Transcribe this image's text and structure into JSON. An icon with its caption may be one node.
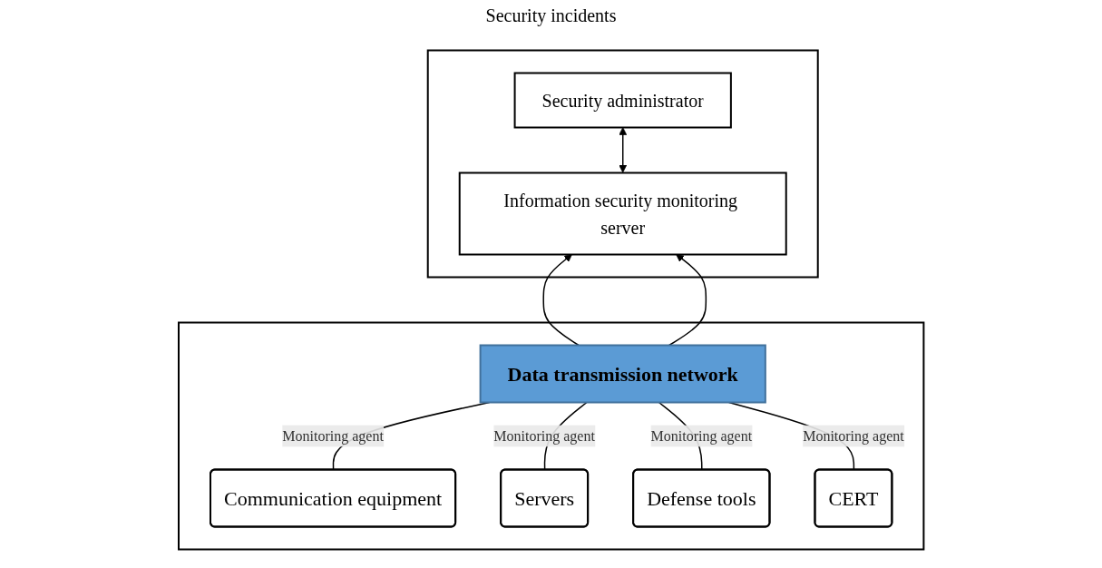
{
  "diagram": {
    "nodes": [
      {
        "text": [],
        "shape": "box"
      },
      {
        "text": [
          "Security administrator"
        ],
        "in": 0
      },
      {
        "text": [
          "Information security monitoring server"
        ],
        "in": 0
      },
      {
        "text": [],
        "shape": "box"
      },
      {
        "text": [
          "Data transmission network"
        ],
        "in": 3
      },
      {
        "text": [
          "Communication equipment"
        ],
        "in": 3
      },
      {
        "text": [
          "Servers"
        ],
        "in": 3
      },
      {
        "text": [
          "Defense tools"
        ],
        "in": 3
      },
      {
        "text": [
          "CERT"
        ],
        "in": 3
      }
    ],
    "edges": [
      {
        "from": 1,
        "to": 2,
        "arrow": "both"
      },
      {
        "from": 4,
        "to": 2,
        "arrow": "to"
      },
      {
        "from": 4,
        "to": 2,
        "arrow": "to"
      },
      {
        "from": 4,
        "to": 5,
        "arrow": "none",
        "label": "Monitoring agent"
      },
      {
        "from": 4,
        "to": 6,
        "arrow": "none",
        "label": "Monitoring agent"
      },
      {
        "from": 4,
        "to": 7,
        "arrow": "none",
        "label": "Monitoring agent"
      },
      {
        "from": 4,
        "to": 8,
        "arrow": "none",
        "label": "Monitoring agent"
      }
    ],
    "labels": [
      "Security incidents"
    ]
  }
}
